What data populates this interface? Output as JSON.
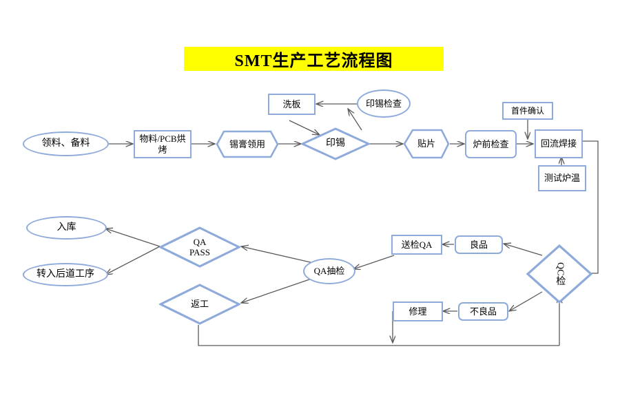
{
  "title": {
    "text": "SMT生产工艺流程图"
  },
  "colors": {
    "shape_border": "#8EAADB",
    "title_background": "#FFFF00",
    "connector": "#595959",
    "text": "#000000",
    "page_background": "#FFFFFF"
  },
  "diagram": {
    "type": "flowchart",
    "nodes": [
      {
        "id": "lingliao",
        "label": "领料、备料",
        "shape": "ellipse"
      },
      {
        "id": "hongkao",
        "label": "物料/PCB烘烤",
        "shape": "rect"
      },
      {
        "id": "xigaolingyong",
        "label": "锡膏领用",
        "shape": "hexagon"
      },
      {
        "id": "yinxi",
        "label": "印锡",
        "shape": "diamond"
      },
      {
        "id": "xiban",
        "label": "洗板",
        "shape": "rect"
      },
      {
        "id": "yinxijiancha",
        "label": "印锡检查",
        "shape": "ellipse"
      },
      {
        "id": "tiepian",
        "label": "贴片",
        "shape": "hexagon"
      },
      {
        "id": "luqianjiancha",
        "label": "炉前检查",
        "shape": "round-rect"
      },
      {
        "id": "shoujianqueren",
        "label": "首件确认",
        "shape": "rect"
      },
      {
        "id": "huiliuhanjie",
        "label": "回流焊接",
        "shape": "rect"
      },
      {
        "id": "ceshiluwen",
        "label": "测试炉温",
        "shape": "rect"
      },
      {
        "id": "qcjian",
        "label": "QC检",
        "shape": "diamond",
        "orientation": "vertical"
      },
      {
        "id": "liangpin",
        "label": "良品",
        "shape": "round-rect"
      },
      {
        "id": "buliangpin",
        "label": "不良品",
        "shape": "round-rect"
      },
      {
        "id": "songjianqa",
        "label": "送检QA",
        "shape": "rect"
      },
      {
        "id": "xiuli",
        "label": "修理",
        "shape": "rect"
      },
      {
        "id": "qachoujian",
        "label": "QA抽检",
        "shape": "ellipse"
      },
      {
        "id": "qapass",
        "label": "QA\nPASS",
        "shape": "diamond"
      },
      {
        "id": "fangong",
        "label": "返工",
        "shape": "diamond"
      },
      {
        "id": "ruku",
        "label": "入库",
        "shape": "ellipse"
      },
      {
        "id": "zhuanru",
        "label": "转入后道工序",
        "shape": "ellipse"
      }
    ],
    "edges": [
      {
        "from": "lingliao",
        "to": "hongkao"
      },
      {
        "from": "hongkao",
        "to": "xigaolingyong"
      },
      {
        "from": "xigaolingyong",
        "to": "yinxi"
      },
      {
        "from": "xiban",
        "to": "yinxi"
      },
      {
        "from": "yinxi",
        "to": "yinxijiancha"
      },
      {
        "from": "yinxijiancha",
        "to": "xiban"
      },
      {
        "from": "yinxi",
        "to": "tiepian"
      },
      {
        "from": "tiepian",
        "to": "luqianjiancha"
      },
      {
        "from": "luqianjiancha",
        "to": "huiliuhanjie"
      },
      {
        "from": "shoujianqueren",
        "to": "huiliuhanjie"
      },
      {
        "from": "ceshiluwen",
        "to": "huiliuhanjie"
      },
      {
        "from": "huiliuhanjie",
        "to": "qcjian"
      },
      {
        "from": "qcjian",
        "to": "liangpin"
      },
      {
        "from": "qcjian",
        "to": "buliangpin"
      },
      {
        "from": "liangpin",
        "to": "songjianqa"
      },
      {
        "from": "buliangpin",
        "to": "xiuli"
      },
      {
        "from": "songjianqa",
        "to": "qachoujian"
      },
      {
        "from": "qachoujian",
        "to": "qapass"
      },
      {
        "from": "qachoujian",
        "to": "fangong"
      },
      {
        "from": "qapass",
        "to": "ruku"
      },
      {
        "from": "qapass",
        "to": "zhuanru"
      },
      {
        "from": "fangong",
        "to": "qcjian"
      },
      {
        "from": "xiuli",
        "to": "qcjian"
      }
    ]
  }
}
